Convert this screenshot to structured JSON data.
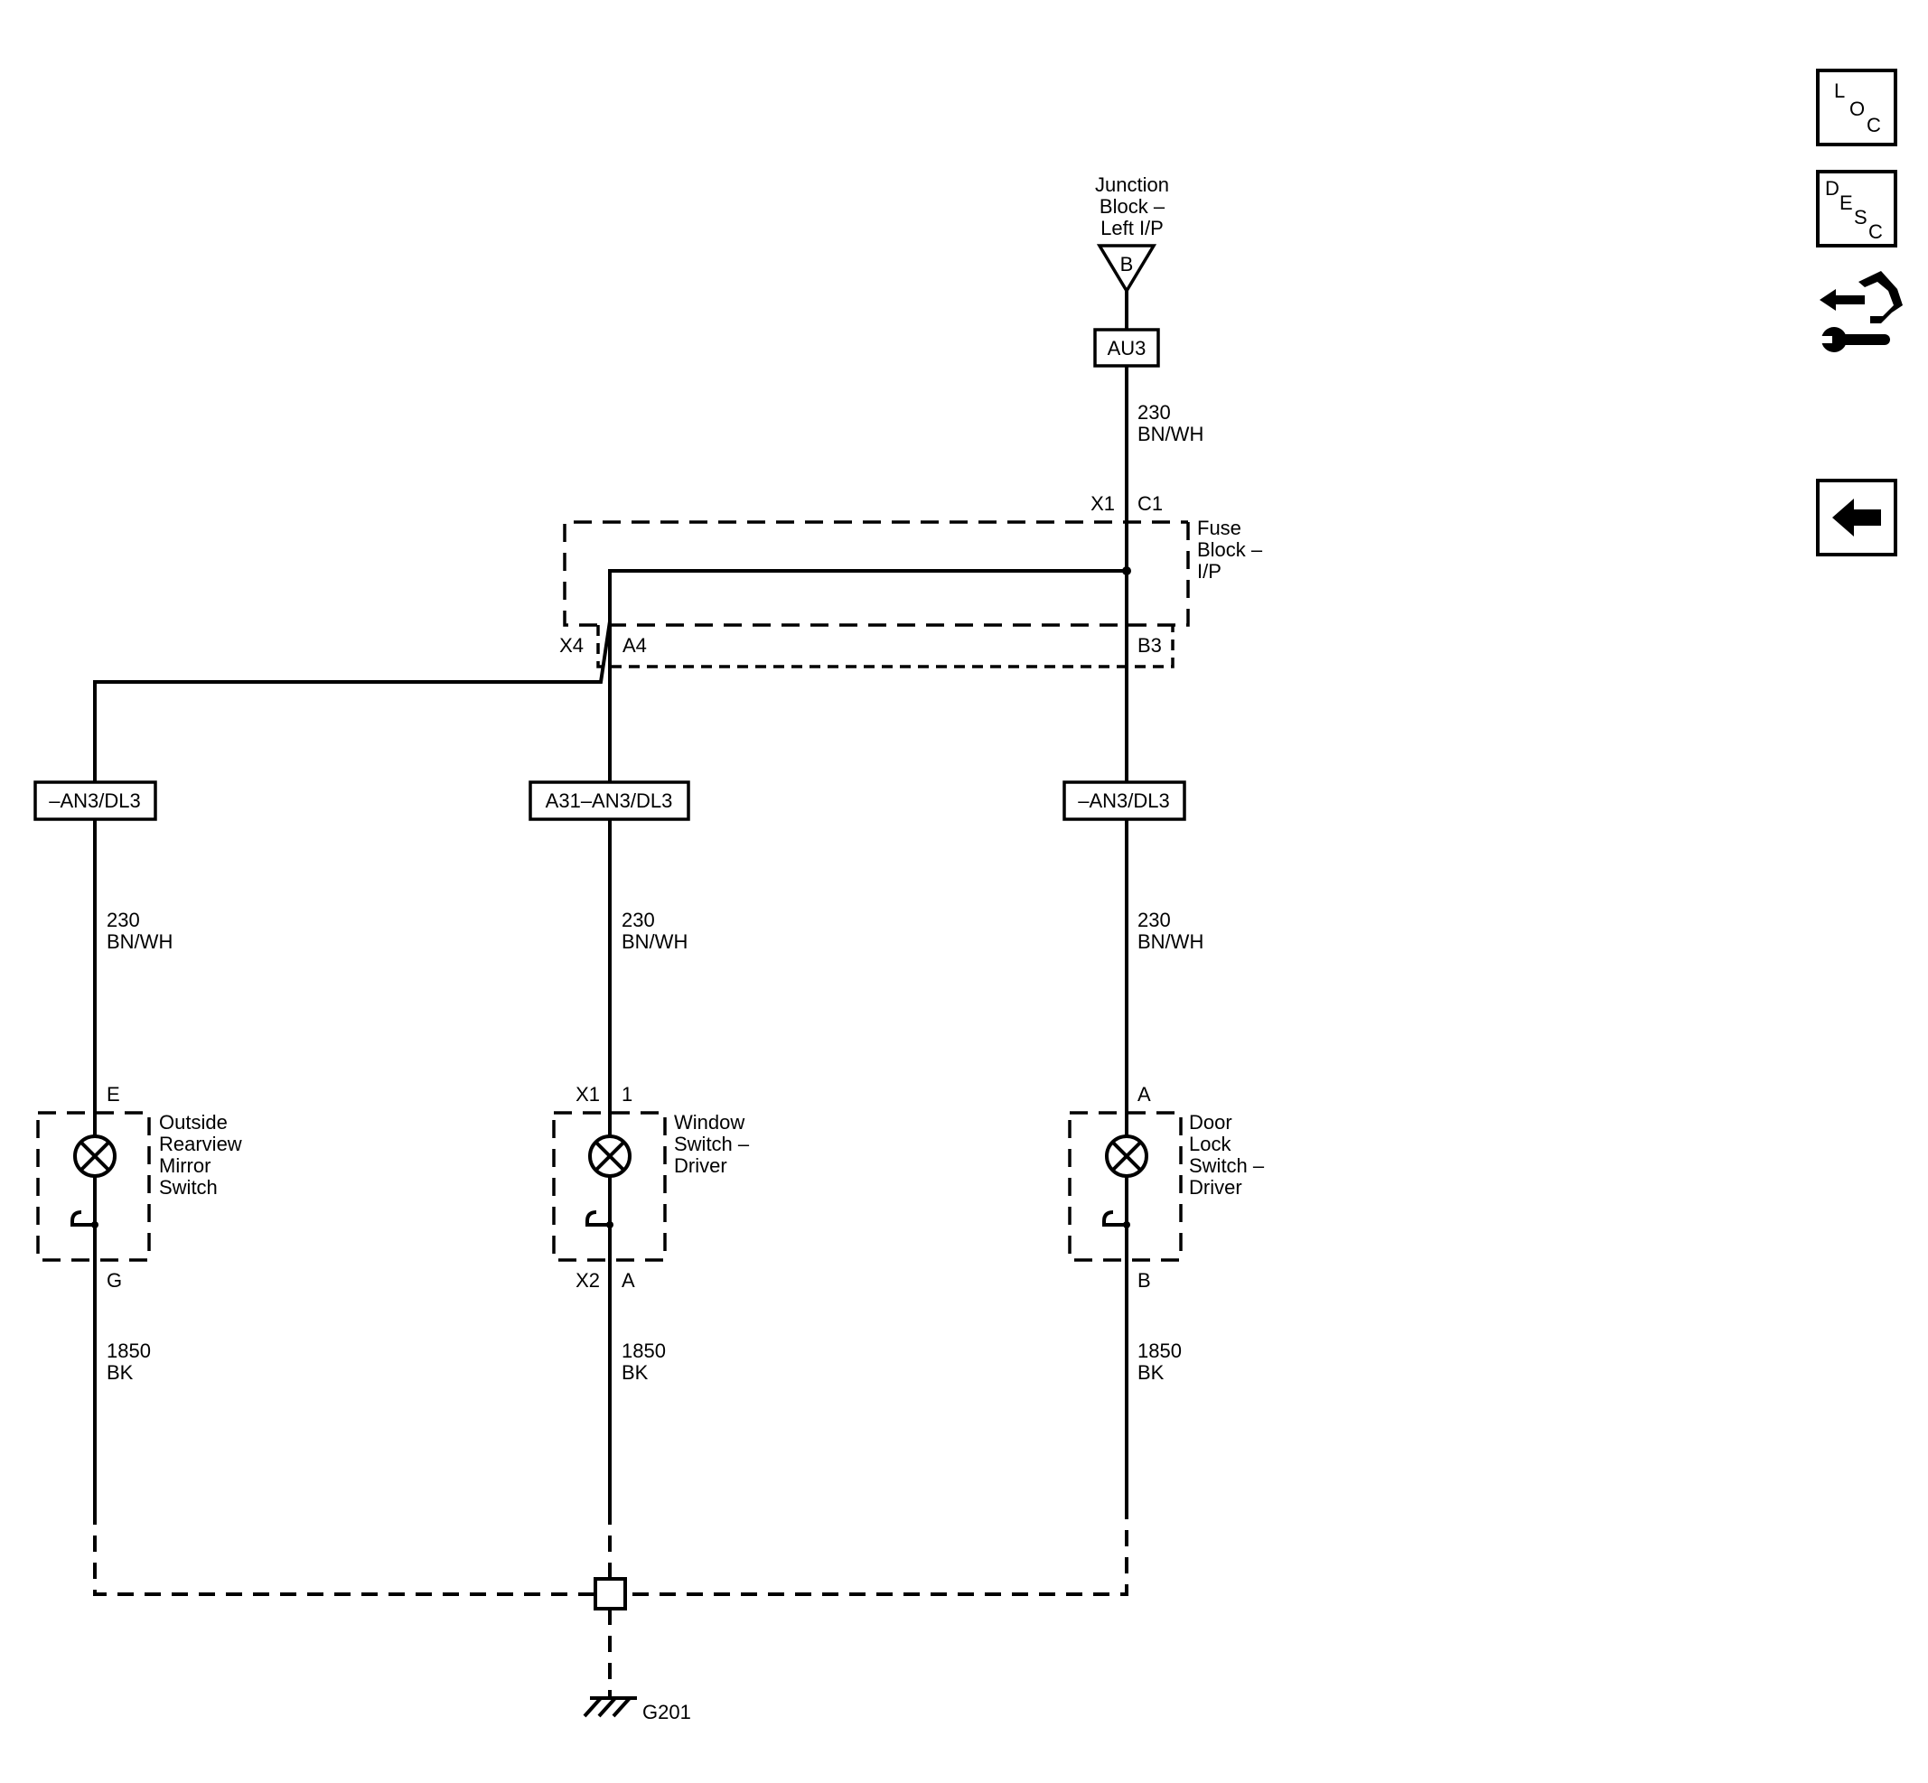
{
  "junction_block": {
    "label_lines": [
      "Junction",
      "Block –",
      "Left I/P"
    ],
    "pin": "B"
  },
  "connectors": {
    "top": "AU3",
    "left": "–AN3/DL3",
    "middle": "A31–AN3/DL3",
    "right": "–AN3/DL3"
  },
  "fuse_block": {
    "label_lines": [
      "Fuse",
      "Block –",
      "I/P"
    ],
    "in_connector": "X1",
    "in_pin": "C1",
    "out_connector_a": "X4",
    "out_pin_a": "A4",
    "out_pin_b": "B3"
  },
  "wires": {
    "top": {
      "circuit": "230",
      "color": "BN/WH"
    },
    "left_upper": {
      "circuit": "230",
      "color": "BN/WH"
    },
    "middle_upper": {
      "circuit": "230",
      "color": "BN/WH"
    },
    "right_upper": {
      "circuit": "230",
      "color": "BN/WH"
    },
    "left_lower": {
      "circuit": "1850",
      "color": "BK"
    },
    "middle_lower": {
      "circuit": "1850",
      "color": "BK"
    },
    "right_lower": {
      "circuit": "1850",
      "color": "BK"
    }
  },
  "components": {
    "left": {
      "label_lines": [
        "Outside",
        "Rearview",
        "Mirror",
        "Switch"
      ],
      "top_pin": "E",
      "bottom_pin": "G"
    },
    "middle": {
      "label_lines": [
        "Window",
        "Switch –",
        "Driver"
      ],
      "top_connector": "X1",
      "top_pin": "1",
      "bottom_connector": "X2",
      "bottom_pin": "A"
    },
    "right": {
      "label_lines": [
        "Door",
        "Lock",
        "Switch –",
        "Driver"
      ],
      "top_pin": "A",
      "bottom_pin": "B"
    }
  },
  "ground": {
    "label": "G201"
  },
  "nav": {
    "loc": {
      "letters": [
        "L",
        "O",
        "C"
      ],
      "icon": "loc-icon"
    },
    "desc": {
      "letters": [
        "D",
        "E",
        "S",
        "C"
      ],
      "icon": "desc-icon"
    },
    "connector_icon": "connector-tool-icon",
    "back_icon": "back-arrow-icon"
  }
}
